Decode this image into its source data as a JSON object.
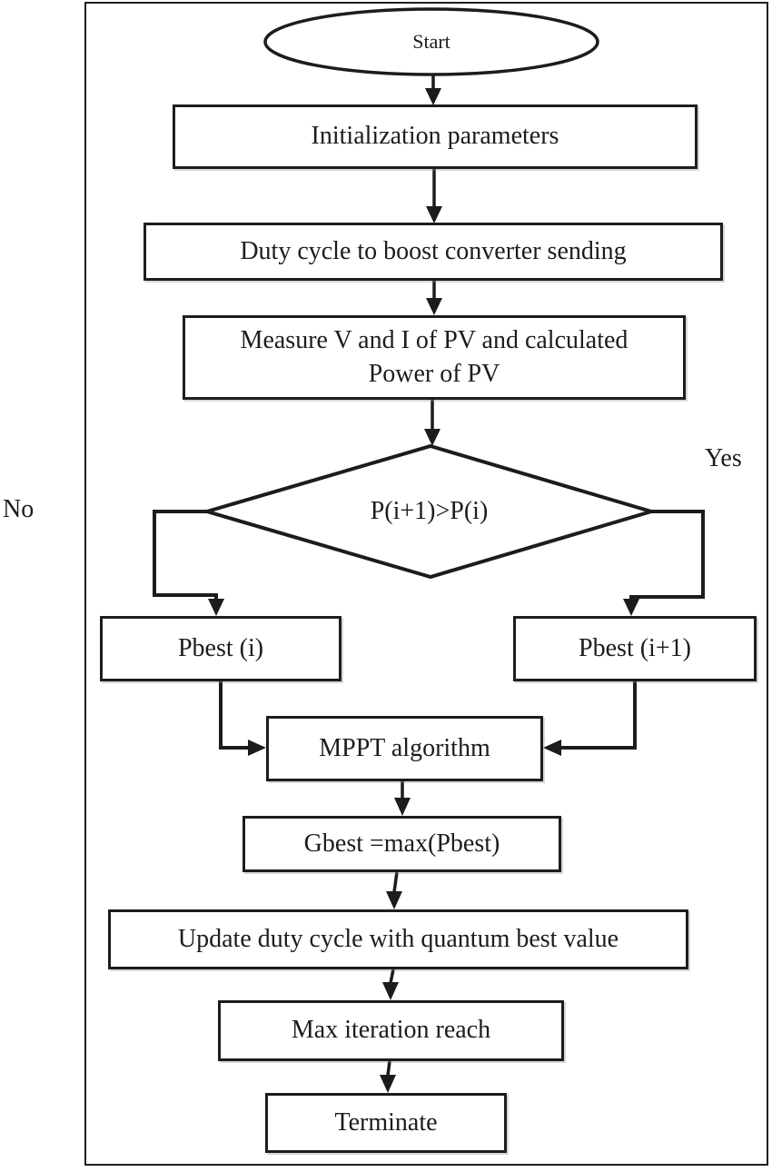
{
  "diagram": {
    "type": "flowchart",
    "description": "MPPT algorithm flowchart",
    "nodes": {
      "start": {
        "shape": "terminator",
        "label": "Start"
      },
      "init": {
        "shape": "process",
        "label": "Initialization parameters"
      },
      "duty": {
        "shape": "process",
        "label": "Duty cycle to boost converter sending"
      },
      "measure": {
        "shape": "process",
        "label": "Measure V and I of PV and calculated Power of PV",
        "line1": "Measure V and I of PV and calculated",
        "line2": "Power of PV"
      },
      "decision": {
        "shape": "decision",
        "label": "P(i+1)>P(i)"
      },
      "pbest_i": {
        "shape": "process",
        "label": "Pbest (i)"
      },
      "pbest_i1": {
        "shape": "process",
        "label": "Pbest (i+1)"
      },
      "mppt": {
        "shape": "process",
        "label": "MPPT algorithm"
      },
      "gbest": {
        "shape": "process",
        "label": "Gbest =max(Pbest)"
      },
      "update": {
        "shape": "process",
        "label": "Update duty cycle with quantum best value"
      },
      "maxiter": {
        "shape": "process",
        "label": "Max iteration reach"
      },
      "terminate": {
        "shape": "process",
        "label": "Terminate"
      }
    },
    "branch_labels": {
      "no": "No",
      "yes": "Yes"
    },
    "edges": [
      {
        "from": "start",
        "to": "init"
      },
      {
        "from": "init",
        "to": "duty"
      },
      {
        "from": "duty",
        "to": "measure"
      },
      {
        "from": "measure",
        "to": "decision"
      },
      {
        "from": "decision",
        "to": "pbest_i",
        "label": "No"
      },
      {
        "from": "decision",
        "to": "pbest_i1",
        "label": "Yes"
      },
      {
        "from": "pbest_i",
        "to": "mppt"
      },
      {
        "from": "pbest_i1",
        "to": "mppt"
      },
      {
        "from": "mppt",
        "to": "gbest"
      },
      {
        "from": "gbest",
        "to": "update"
      },
      {
        "from": "update",
        "to": "maxiter"
      },
      {
        "from": "maxiter",
        "to": "terminate"
      }
    ],
    "colors": {
      "stroke": "#1c1c1c",
      "background": "#ffffff",
      "text": "#1c1c1c"
    }
  }
}
